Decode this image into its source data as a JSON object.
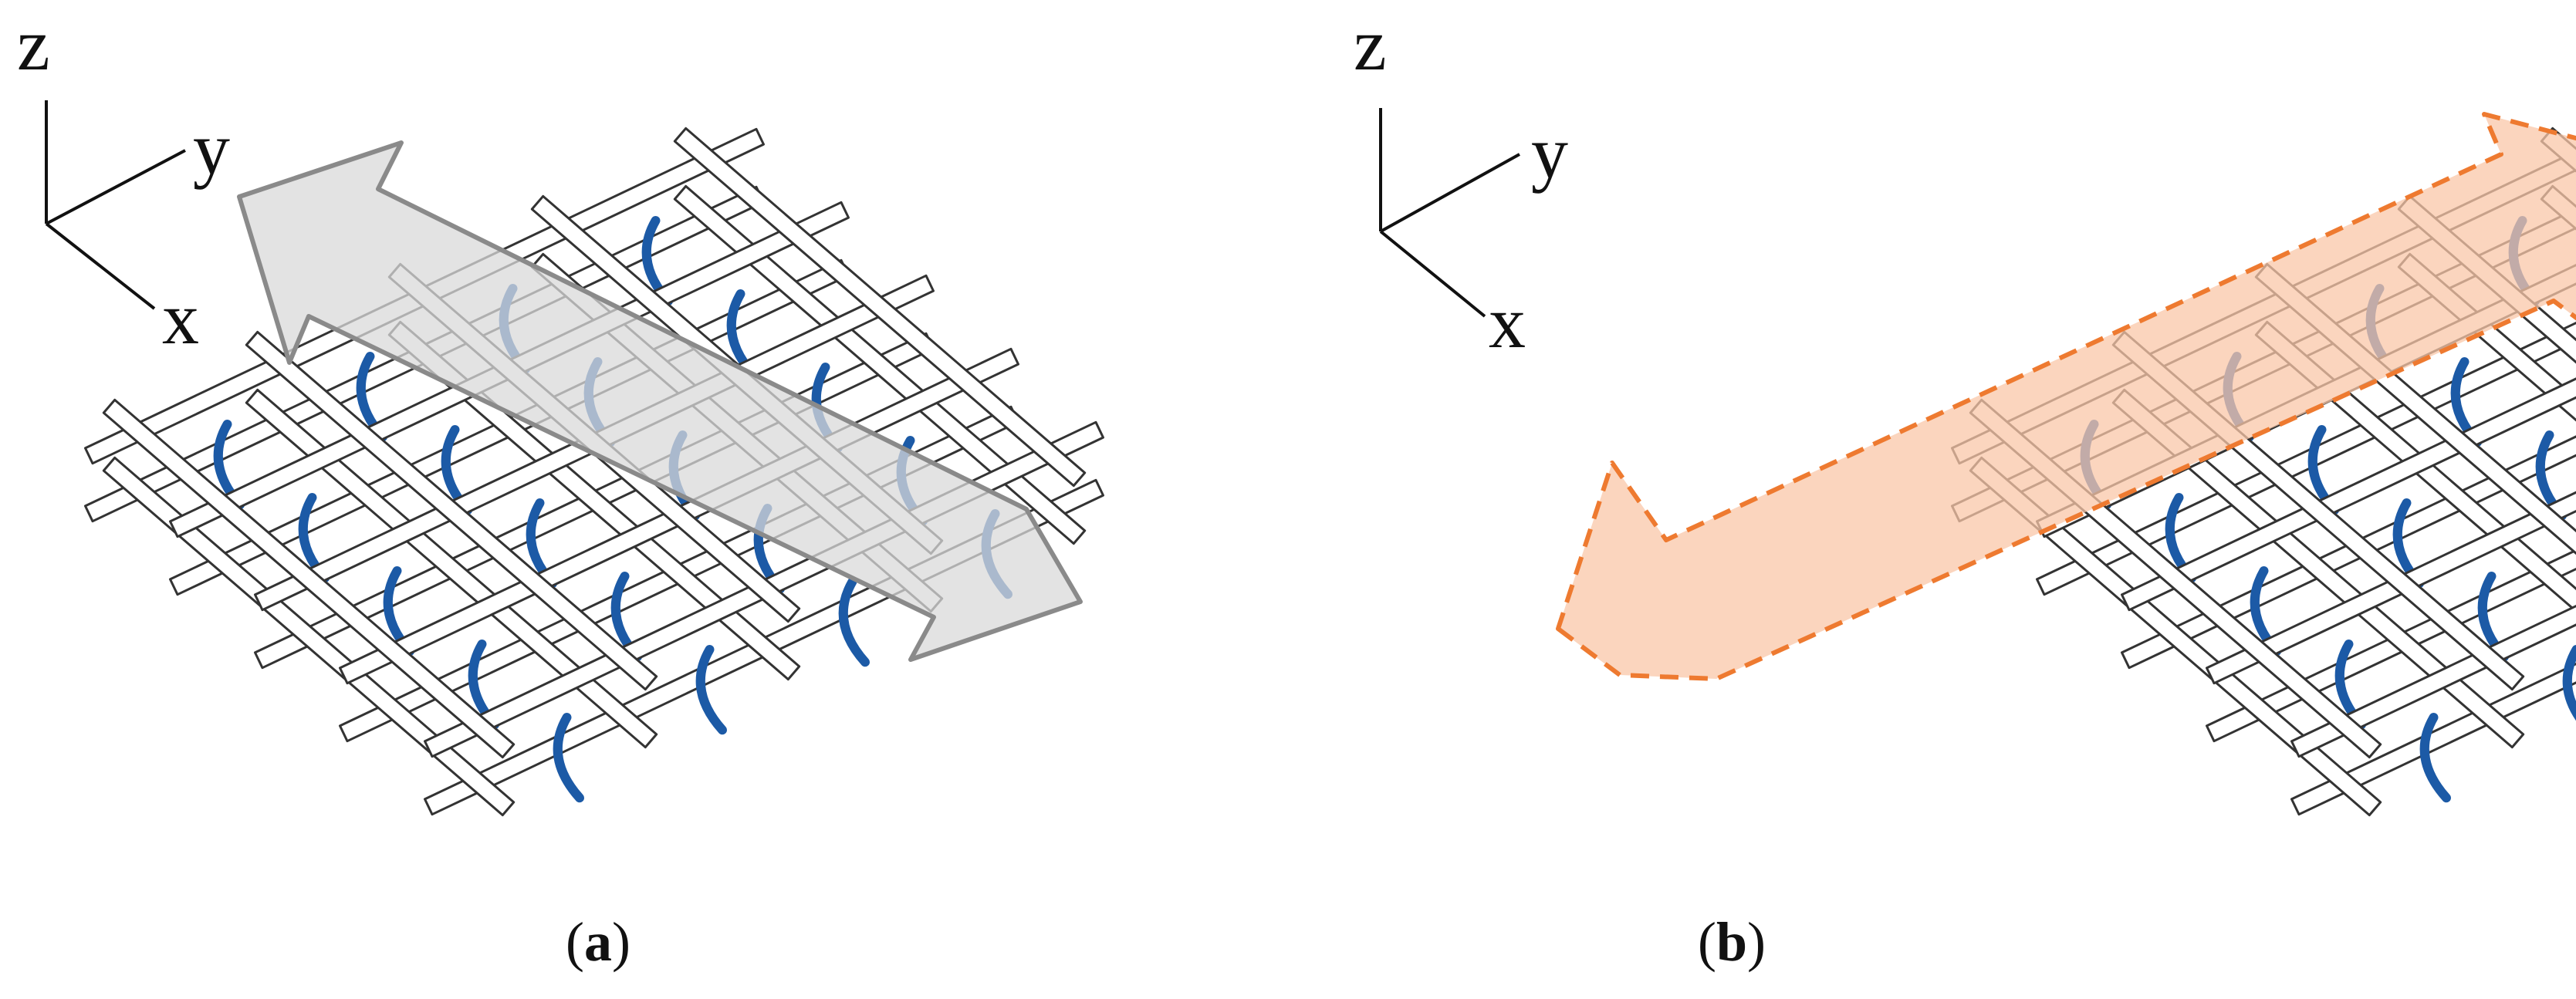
{
  "panels": [
    {
      "id": "a",
      "caption": "a",
      "axes": {
        "z": "z",
        "y": "y",
        "x": "x"
      },
      "arrow": {
        "fill": "#d9d9d9",
        "stroke": "#8a8a8a",
        "style": "solid"
      }
    },
    {
      "id": "b",
      "caption": "b",
      "axes": {
        "z": "z",
        "y": "y",
        "x": "x"
      },
      "arrow": {
        "fill": "#f9c7a8",
        "stroke": "#ee7a30",
        "style": "dashed"
      }
    }
  ],
  "colors": {
    "spiral": "#1c5aa6",
    "bar_stroke": "#333333",
    "bar_fill": "#ffffff"
  }
}
